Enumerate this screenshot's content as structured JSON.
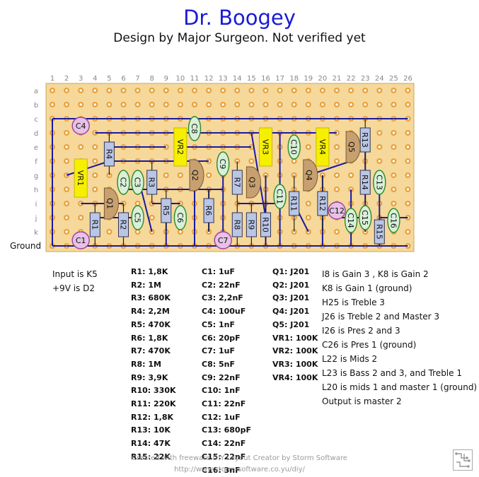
{
  "title": "Dr. Boogey",
  "subtitle": "Design by Major Surgeon. Not verified yet",
  "board": {
    "columns": [
      "1",
      "2",
      "3",
      "4",
      "5",
      "6",
      "7",
      "8",
      "9",
      "10",
      "11",
      "12",
      "13",
      "14",
      "15",
      "16",
      "17",
      "18",
      "19",
      "20",
      "21",
      "22",
      "23",
      "24",
      "25",
      "26"
    ],
    "rows": [
      "a",
      "b",
      "c",
      "d",
      "e",
      "f",
      "g",
      "h",
      "i",
      "j",
      "k"
    ],
    "ground_label": "Ground",
    "components": {
      "resistors": [
        "R1",
        "R2",
        "R3",
        "R4",
        "R5",
        "R6",
        "R7",
        "R8",
        "R9",
        "R10",
        "R11",
        "R12",
        "R13",
        "R14",
        "R15"
      ],
      "capacitors": [
        "C1",
        "C2",
        "C3",
        "C4",
        "C5",
        "C6",
        "C7",
        "C8",
        "C9",
        "C10",
        "C11",
        "C12",
        "C13",
        "C14",
        "C15",
        "C16"
      ],
      "transistors": [
        "Q1",
        "Q2",
        "Q3",
        "Q4",
        "Q5"
      ],
      "pots": [
        "VR1",
        "VR2",
        "VR3",
        "VR4"
      ]
    },
    "colors": {
      "board": "#f5d89a",
      "hole": "#ffffff",
      "pad": "#e8a13a",
      "wire": "#1a1aa0",
      "resistor": "#b9c6e6",
      "film_cap": "#d8f0d8",
      "elec_cap": "#e6c2e6",
      "transistor": "#c8a070",
      "pot": "#f6f000"
    }
  },
  "notes": {
    "input": "Input is K5",
    "power": "+9V is D2"
  },
  "parts_resistors": [
    "R1: 1,8K",
    "R2: 1M",
    "R3: 680K",
    "R4: 2,2M",
    "R5: 470K",
    "R6: 1,8K",
    "R7: 470K",
    "R8: 1M",
    "R9: 3,9K",
    "R10: 330K",
    "R11: 220K",
    "R12: 1,8K",
    "R13: 10K",
    "R14: 47K",
    "R15: 22K"
  ],
  "parts_caps": [
    "C1: 1uF",
    "C2: 22nF",
    "C3: 2,2nF",
    "C4: 100uF",
    "C5: 1nF",
    "C6: 20pF",
    "C7: 1uF",
    "C8: 5nF",
    "C9: 22nF",
    "C10: 1nF",
    "C11: 22nF",
    "C12: 1uF",
    "C13: 680pF",
    "C14: 22nF",
    "C15: 22nF",
    "C16: 3nF"
  ],
  "parts_semis": [
    "Q1: J201",
    "Q2: J201",
    "Q3: J201",
    "Q4: J201",
    "Q5: J201",
    "VR1: 100K",
    "VR2: 100K",
    "VR3: 100K",
    "VR4: 100K"
  ],
  "connections": [
    "I8 is Gain 3 , K8 is Gain 2",
    "K8 is Gain 1 (ground)",
    "H25 is Treble 3",
    "J26 is Treble 2 and Master 3",
    "I26 is Pres 2 and 3",
    "C26 is Pres 1 (ground)",
    "L22 is Mids 2",
    "L23 is Bass 2 and 3, and Treble 1",
    "L20 is mids 1 and master 1 (ground)",
    "Output is master 2"
  ],
  "footer": {
    "line1": "Created with freeware DIY Layout Creator by Storm Software",
    "line2": "http://www.storm-software.co.yu/diy/"
  }
}
